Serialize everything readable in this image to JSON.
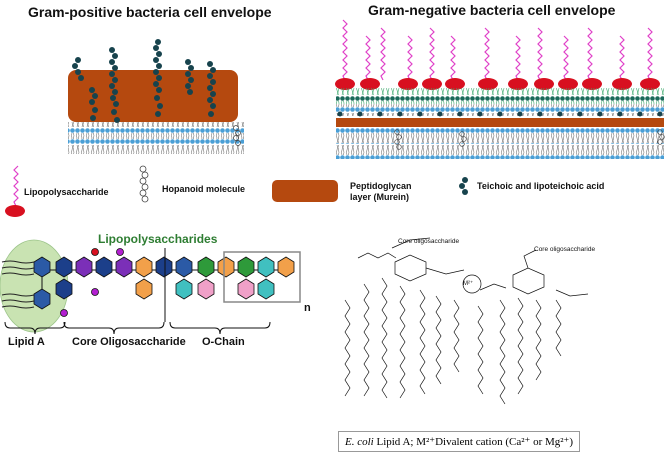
{
  "titles": {
    "gram_positive": "Gram-positive  bacteria cell envelope",
    "gram_negative": "Gram-negative bacteria cell envelope"
  },
  "legend": {
    "lps": "Lipopolysaccharide",
    "hopanoid": "Hopanoid molecule",
    "peptidoglycan_line1": "Peptidoglycan",
    "peptidoglycan_line2": "layer (Murein)",
    "teichoic": "Teichoic and  lipoteichoic acid"
  },
  "lps_panel": {
    "title": "Lipopolysaccharides",
    "repeat_label": "n",
    "segments": {
      "lipid_a": "Lipid A",
      "core": "Core Oligosaccharide",
      "o_chain": "O-Chain"
    }
  },
  "chem": {
    "core_label_1": "Core oligosaccharide",
    "core_label_2": "Core oligosaccharide",
    "metal": "M²⁺",
    "caption_species": "E. coli",
    "caption_text": " Lipid A; M²⁺Divalent cation (Ca²⁺ or Mg²⁺)"
  },
  "colors": {
    "peptidoglycan": "#b5490f",
    "lps_chain": "#e040c8",
    "lps_head": "#d81020",
    "teichoic": "#17434d",
    "membrane_head": "#4a9fd6",
    "outer_membrane_tail": "#3aa86a",
    "lipid_a_highlight": "#c9e3b2"
  }
}
